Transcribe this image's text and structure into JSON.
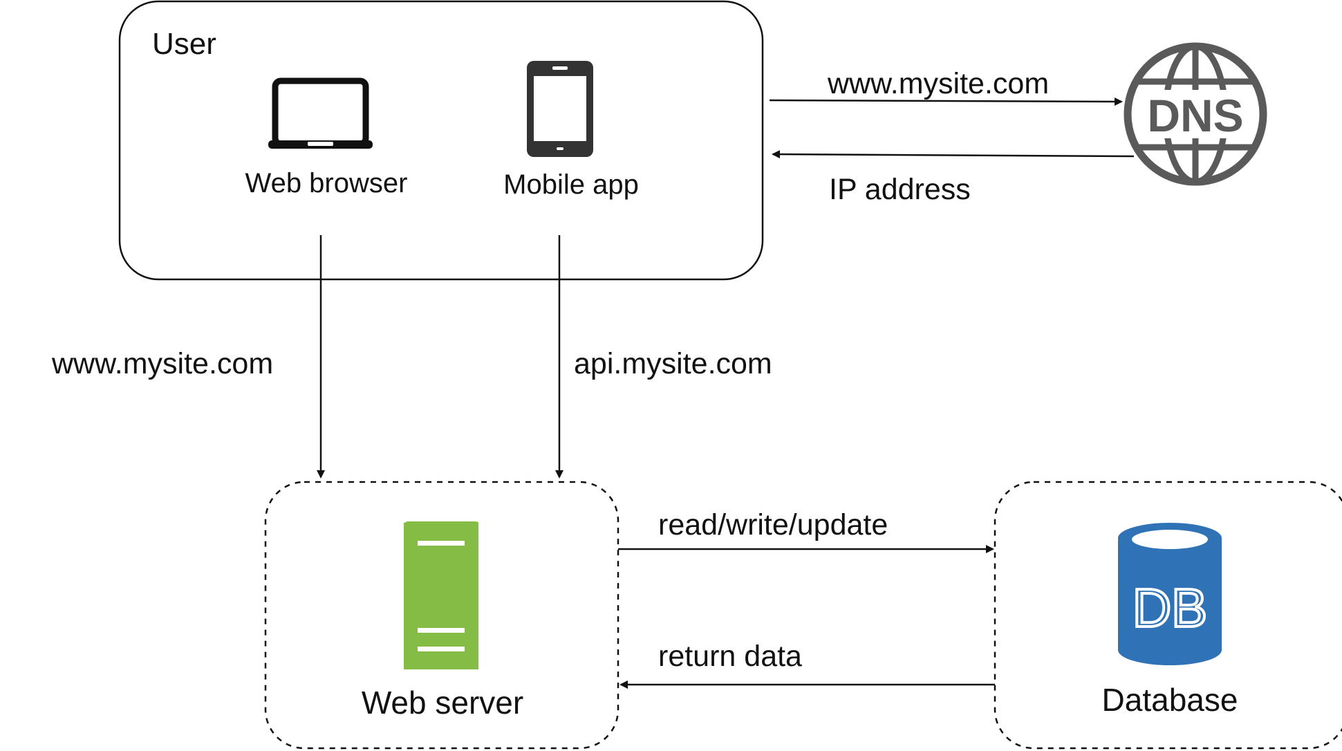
{
  "user_box": {
    "title": "User",
    "web_browser_label": "Web browser",
    "mobile_app_label": "Mobile app"
  },
  "dns": {
    "icon_text": "DNS",
    "request_label": "www.mysite.com",
    "response_label": "IP address"
  },
  "edges": {
    "browser_to_server_label": "www.mysite.com",
    "app_to_server_label": "api.mysite.com",
    "server_to_db_label": "read/write/update",
    "db_to_server_label": "return data"
  },
  "web_server": {
    "label": "Web server"
  },
  "database": {
    "icon_text": "DB",
    "label": "Database"
  },
  "colors": {
    "server_green": "#84bc45",
    "database_blue": "#2f73b6",
    "dns_gray": "#5a5a5a",
    "line": "#111111"
  }
}
